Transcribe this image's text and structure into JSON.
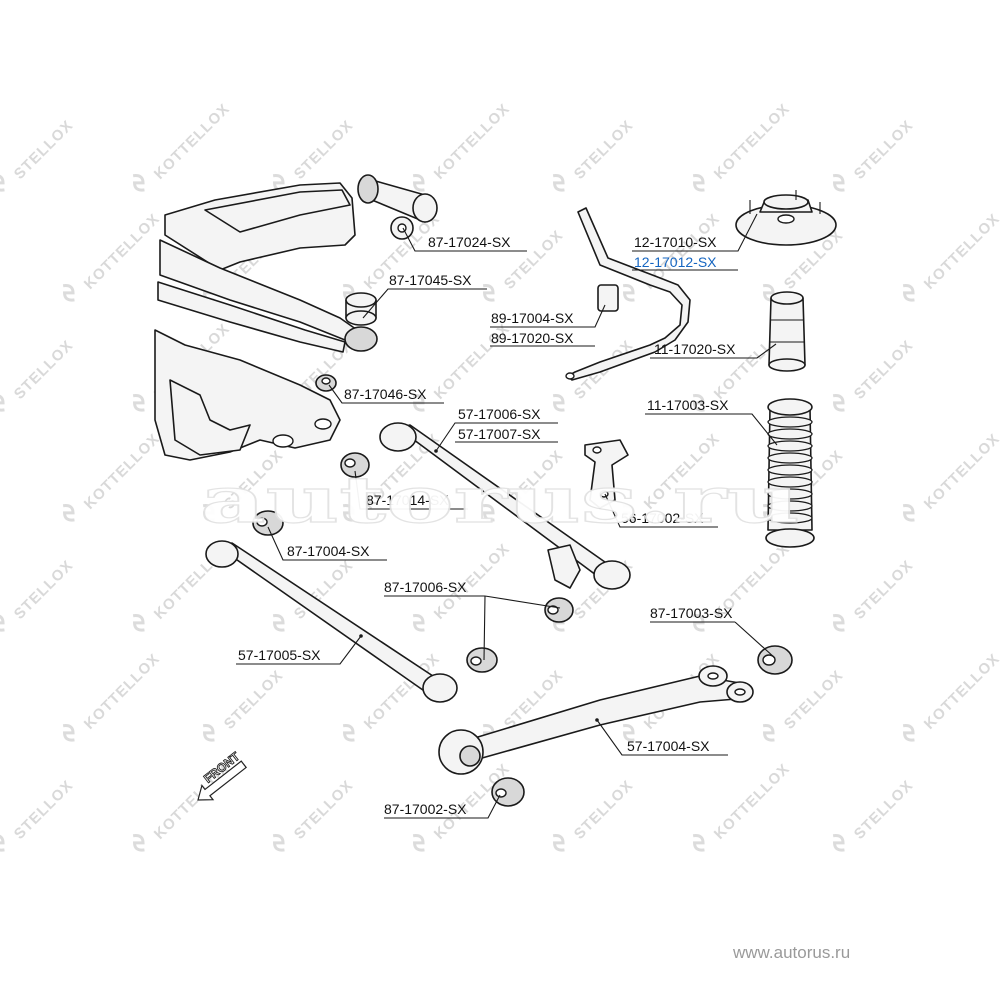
{
  "watermark": {
    "brand_word": "STELLOX",
    "brand_word_alt": "KOTTELLOX",
    "overlay_text": "autorus.ru",
    "footer_url": "www.autorus.ru"
  },
  "front_marker": {
    "label": "FRONT",
    "icon": "front-arrow-icon"
  },
  "colors": {
    "highlight_label": "#1565c0",
    "line": "#1a1a1a",
    "watermark": "#d9d9d9"
  },
  "labels": [
    {
      "id": "p87-17024",
      "text": "87-17024-SX"
    },
    {
      "id": "p87-17045",
      "text": "87-17045-SX"
    },
    {
      "id": "p87-17046",
      "text": "87-17046-SX"
    },
    {
      "id": "p12-17010",
      "text": "12-17010-SX"
    },
    {
      "id": "p12-17012",
      "text": "12-17012-SX",
      "highlight": true
    },
    {
      "id": "p89-17004",
      "text": "89-17004-SX"
    },
    {
      "id": "p89-17020",
      "text": "89-17020-SX"
    },
    {
      "id": "p11-17020",
      "text": "11-17020-SX"
    },
    {
      "id": "p11-17003",
      "text": "11-17003-SX"
    },
    {
      "id": "p57-17006",
      "text": "57-17006-SX"
    },
    {
      "id": "p57-17007",
      "text": "57-17007-SX"
    },
    {
      "id": "p87-17014",
      "text": "87-17014-SX"
    },
    {
      "id": "p56-17002",
      "text": "56-17002-SX"
    },
    {
      "id": "p87-17004",
      "text": "87-17004-SX"
    },
    {
      "id": "p87-17006",
      "text": "87-17006-SX"
    },
    {
      "id": "p87-17003",
      "text": "87-17003-SX"
    },
    {
      "id": "p57-17005",
      "text": "57-17005-SX"
    },
    {
      "id": "p57-17004",
      "text": "57-17004-SX"
    },
    {
      "id": "p87-17002",
      "text": "87-17002-SX"
    }
  ]
}
